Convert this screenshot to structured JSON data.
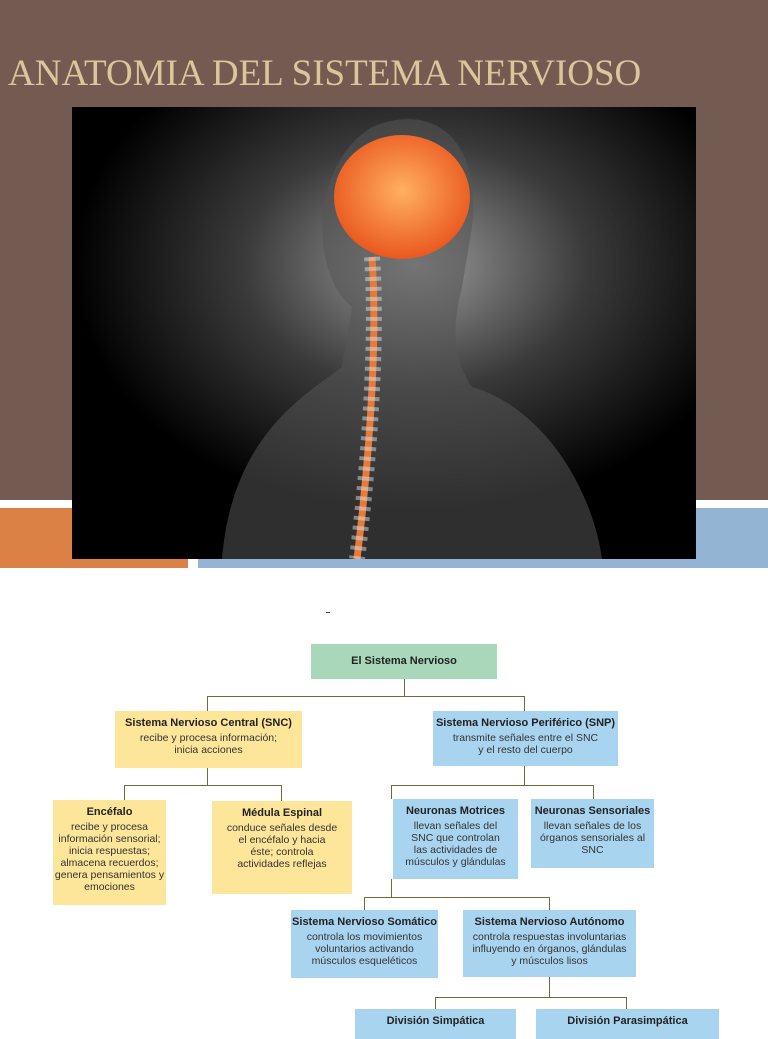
{
  "slide": {
    "title": "ANATOMIA DEL SISTEMA  NERVIOSO",
    "image": "brain-spine-illustration"
  },
  "colors": {
    "background": "#735b51",
    "title": "#d9c79b",
    "orange_band": "#dc8146",
    "blue_band": "#93b4d2",
    "yellow": "#fde59a",
    "blue": "#a9d4f0",
    "green": "#a8d8b9"
  },
  "diagram": {
    "root": "El Sistema Nervioso",
    "snc": {
      "title": "Sistema Nervioso Central (SNC)",
      "text": "recibe y procesa información; inicia acciones"
    },
    "snp": {
      "title": "Sistema Nervioso Periférico (SNP)",
      "text": "transmite señales entre el SNC y el resto del cuerpo"
    },
    "encefalo": {
      "title": "Encéfalo",
      "text": "recibe y procesa información sensorial; inicia respuestas; almacena recuerdos; genera pensamientos y emociones"
    },
    "medula": {
      "title": "Médula Espinal",
      "text": "conduce señales desde el encéfalo y hacia éste; controla actividades reflejas"
    },
    "motrices": {
      "title": "Neuronas Motrices",
      "text": "llevan señales del SNC que controlan las actividades de músculos y glándulas"
    },
    "sensoriales": {
      "title": "Neuronas Sensoriales",
      "text": "llevan señales de los órganos sensoriales al SNC"
    },
    "somatico": {
      "title": "Sistema Nervioso Somático",
      "text": "controla los movimientos voluntarios activando músculos esqueléticos"
    },
    "autonomo": {
      "title": "Sistema Nervioso Autónomo",
      "text": "controla respuestas involuntarias influyendo en órganos, glándulas y músculos lisos"
    },
    "simpatica": {
      "title": "División Simpática"
    },
    "parasimpatica": {
      "title": "División Parasimpática"
    }
  }
}
